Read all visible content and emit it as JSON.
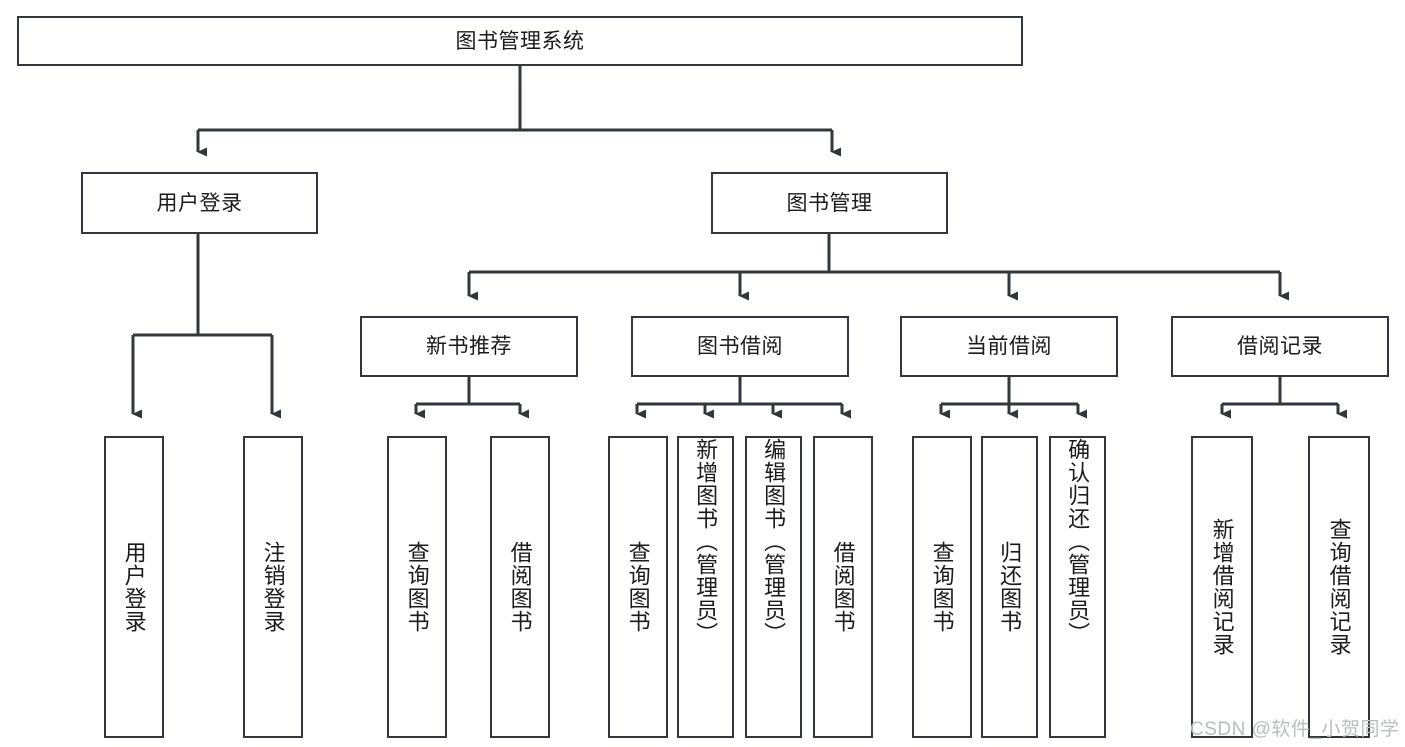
{
  "diagram": {
    "type": "hierarchy-tree",
    "title": "图书管理系统",
    "watermark": "CSDN @软件_小贺同学",
    "colors": {
      "background": "#ffffff",
      "box_fill": "#ffffff",
      "box_border": "#33373b",
      "connector": "#33373b",
      "text": "#1b1b1b",
      "watermark": "#b9bcbf"
    },
    "levels": {
      "root": {
        "label": "图书管理系统"
      },
      "level1": [
        {
          "label": "用户登录"
        },
        {
          "label": "图书管理"
        }
      ],
      "level2": [
        {
          "label": "新书推荐",
          "parent": "图书管理"
        },
        {
          "label": "图书借阅",
          "parent": "图书管理"
        },
        {
          "label": "当前借阅",
          "parent": "图书管理"
        },
        {
          "label": "借阅记录",
          "parent": "图书管理"
        }
      ],
      "leaves": {
        "user_login": [
          {
            "label": "用户登录"
          },
          {
            "label": "注销登录"
          }
        ],
        "new_book_recommend": [
          {
            "label": "查询图书"
          },
          {
            "label": "借阅图书"
          }
        ],
        "book_borrow": [
          {
            "label": "查询图书"
          },
          {
            "label": "新增图书（管理员）"
          },
          {
            "label": "编辑图书（管理员）"
          },
          {
            "label": "借阅图书"
          }
        ],
        "current_borrow": [
          {
            "label": "查询图书"
          },
          {
            "label": "归还图书"
          },
          {
            "label": "确认归还（管理员）"
          }
        ],
        "borrow_record": [
          {
            "label": "新增借阅记录"
          },
          {
            "label": "查询借阅记录"
          }
        ]
      }
    }
  }
}
